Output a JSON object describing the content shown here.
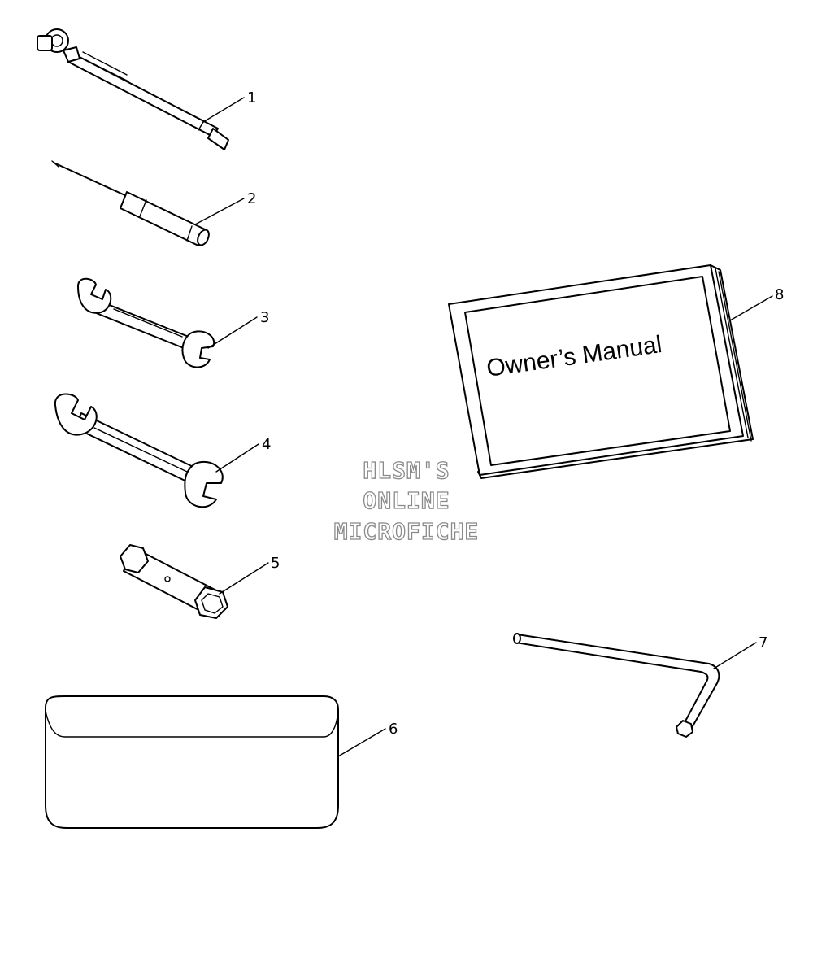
{
  "callouts": [
    {
      "number": "1",
      "part": "tire-pressure-gauge"
    },
    {
      "number": "2",
      "part": "screwdriver"
    },
    {
      "number": "3",
      "part": "small-wrench"
    },
    {
      "number": "4",
      "part": "large-wrench"
    },
    {
      "number": "5",
      "part": "spark-plug-socket"
    },
    {
      "number": "6",
      "part": "tool-pouch"
    },
    {
      "number": "7",
      "part": "hex-key"
    },
    {
      "number": "8",
      "part": "owners-manual"
    }
  ],
  "manual": {
    "cover_text": "Owner’s Manual"
  },
  "watermark": {
    "lines": [
      "HLSM'S",
      "ONLINE",
      "MICROFICHE"
    ]
  }
}
